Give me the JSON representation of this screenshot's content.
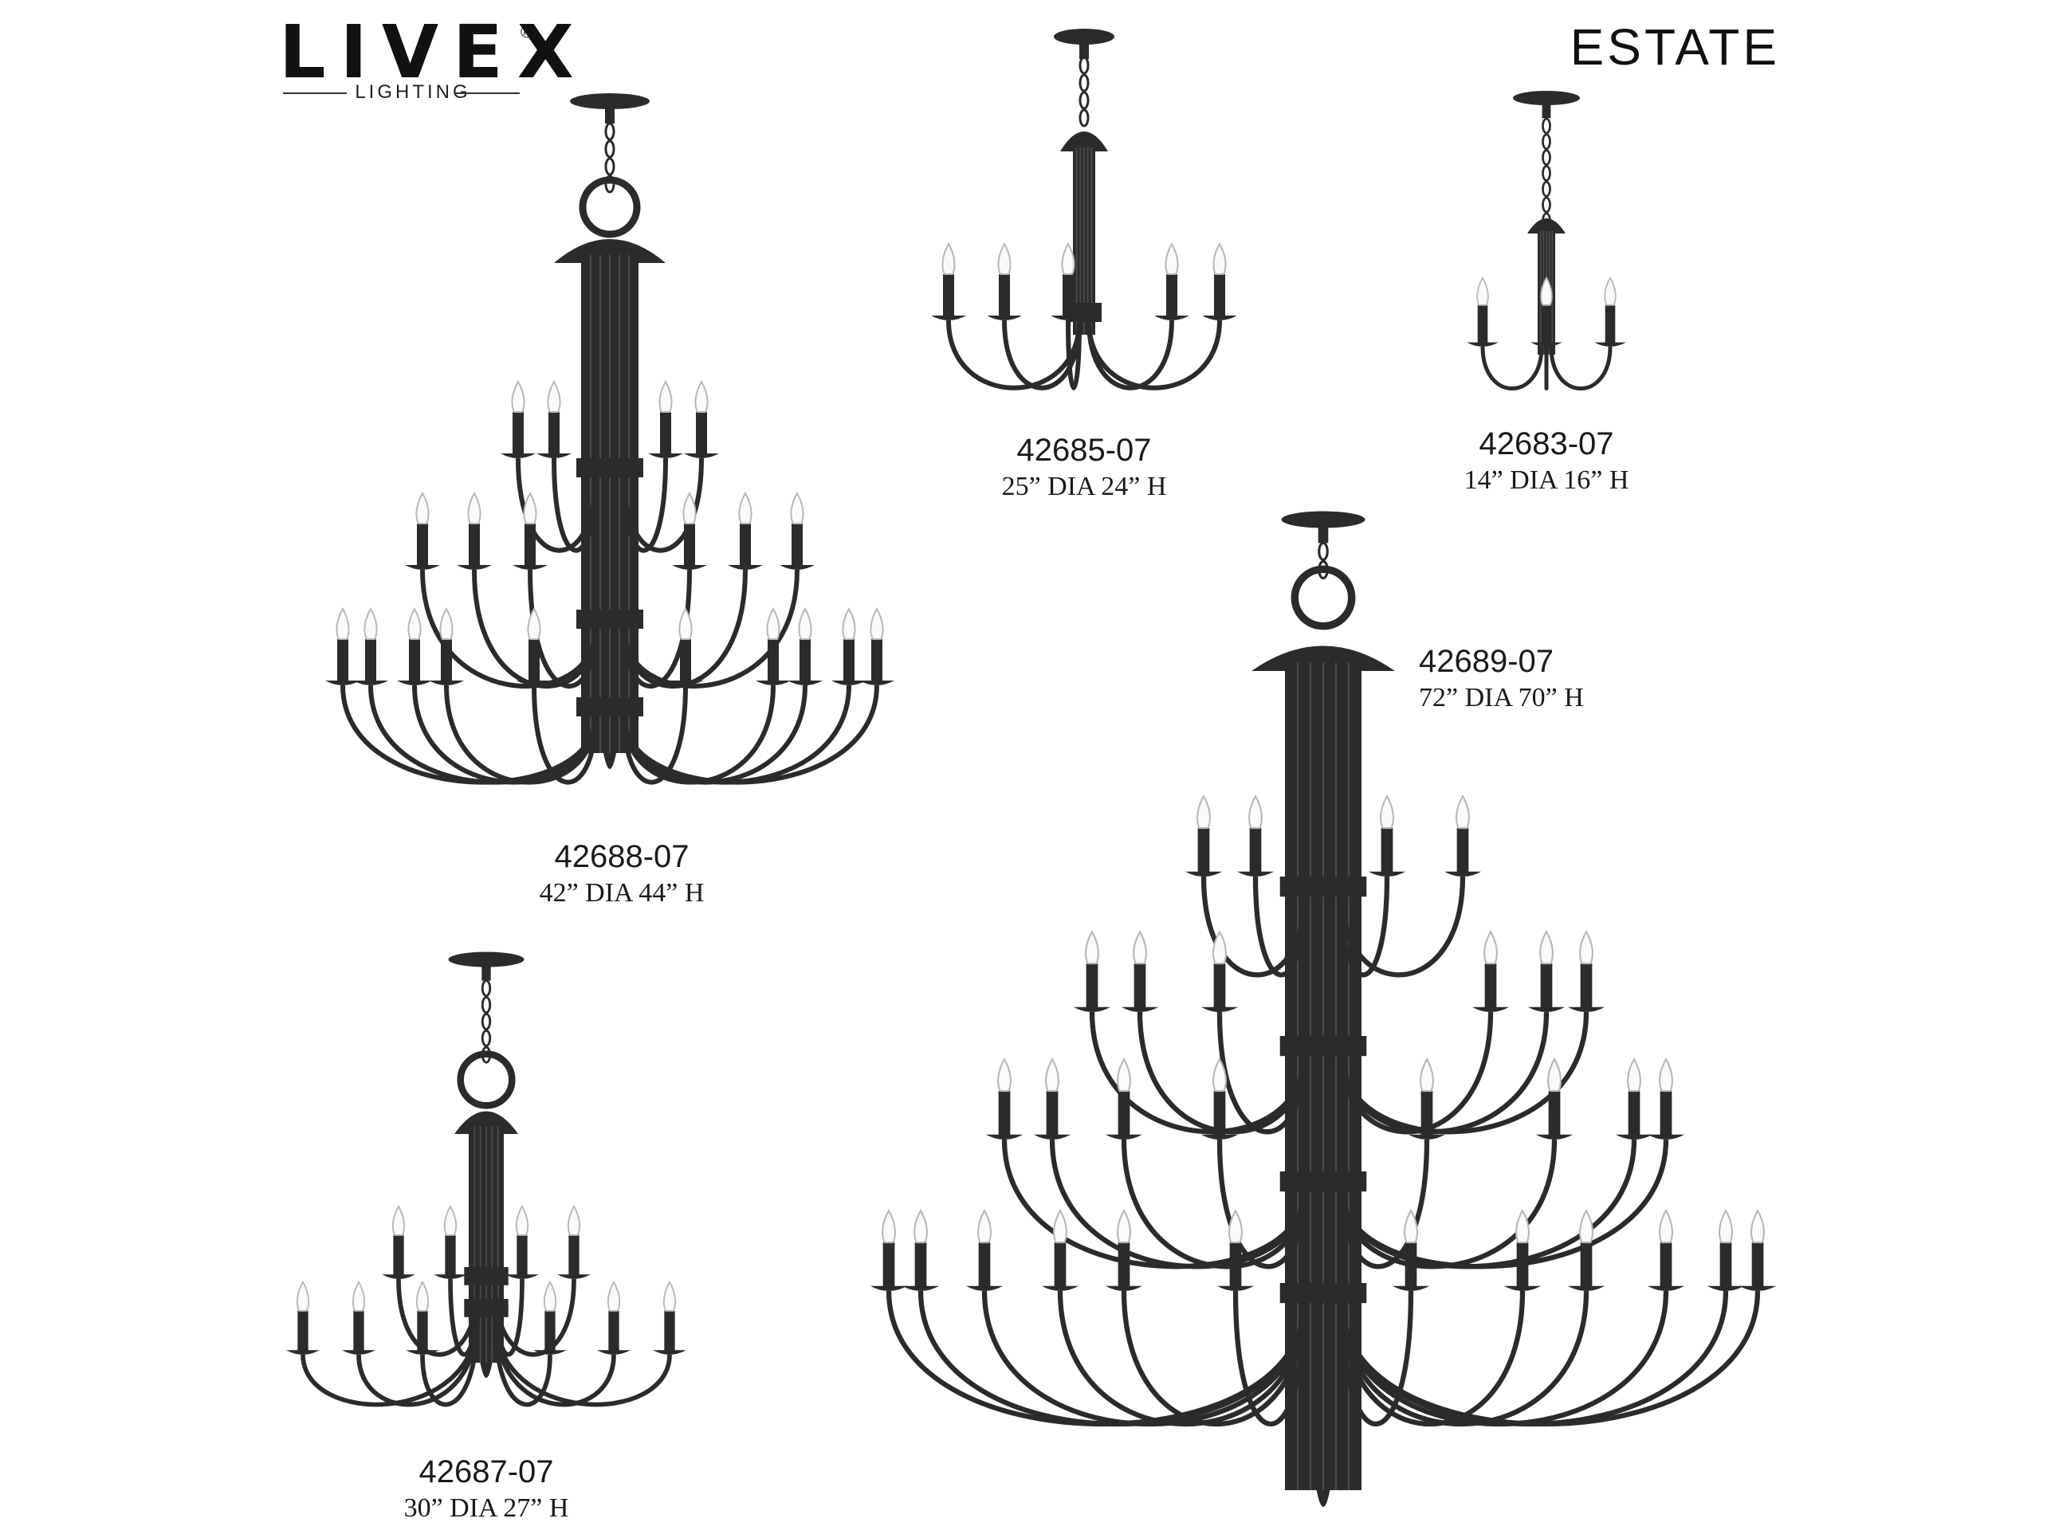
{
  "brand": {
    "wordmark": "LIVEX",
    "registered": "®",
    "subtitle": "LIGHTING"
  },
  "collection": "ESTATE",
  "colors": {
    "finish": "#2b2b2b",
    "background": "#ffffff"
  },
  "products": [
    {
      "id": "42688",
      "model": "42688-07",
      "size": "42” DIA  44” H"
    },
    {
      "id": "42685",
      "model": "42685-07",
      "size": "25” DIA  24” H"
    },
    {
      "id": "42683",
      "model": "42683-07",
      "size": "14” DIA  16” H"
    },
    {
      "id": "42689",
      "model": "42689-07",
      "size": "72” DIA  70” H"
    },
    {
      "id": "42687",
      "model": "42687-07",
      "size": "30” DIA  27” H"
    }
  ]
}
